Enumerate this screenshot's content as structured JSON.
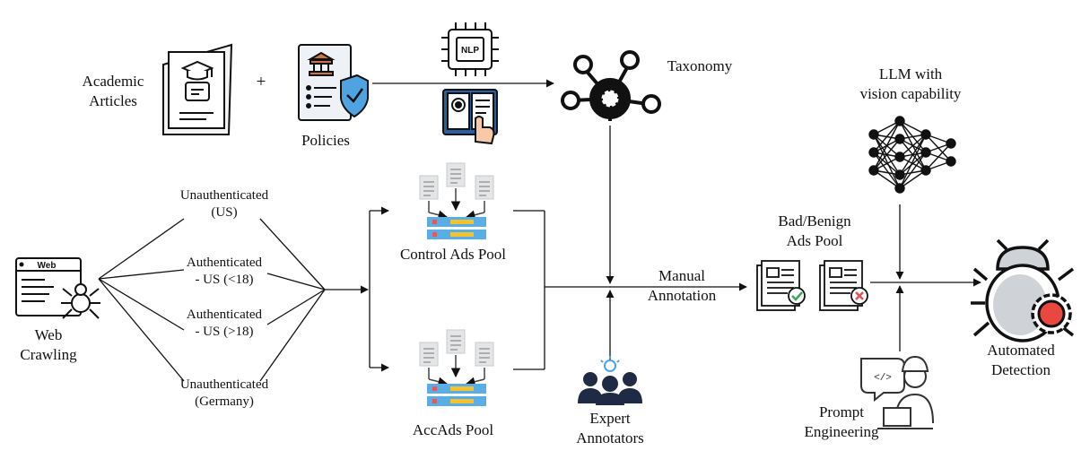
{
  "labels": {
    "academic_1": "Academic",
    "academic_2": "Articles",
    "plus": "+",
    "policies": "Policies",
    "nlp": "NLP",
    "taxonomy": "Taxonomy",
    "llm_1": "LLM with",
    "llm_2": "vision capability",
    "web_icon_text": "Web",
    "crawling_1": "Web",
    "crawling_2": "Crawling",
    "unauth_us_1": "Unauthenticated",
    "unauth_us_2": "(US)",
    "auth_lt18_1": "Authenticated",
    "auth_lt18_2": "- US (<18)",
    "auth_gt18_1": "Authenticated",
    "auth_gt18_2": "- US (>18)",
    "unauth_de_1": "Unauthenticated",
    "unauth_de_2": "(Germany)",
    "control_pool": "Control Ads Pool",
    "accads_pool": "AccAds Pool",
    "manual_1": "Manual",
    "manual_2": "Annotation",
    "expert_1": "Expert",
    "expert_2": "Annotators",
    "badbenign_1": "Bad/Benign",
    "badbenign_2": "Ads Pool",
    "prompt_1": "Prompt",
    "prompt_2": "Engineering",
    "automated_1": "Automated",
    "automated_2": "Detection"
  },
  "colors": {
    "line": "#111111",
    "doc_gray": "#d9dadc",
    "pool_blue": "#5aaee6",
    "pool_yellow": "#f2c230",
    "pool_red": "#e05b5b",
    "shield_blue": "#4fa3e0",
    "book_blue": "#2b5fa3",
    "check_green": "#3aa657",
    "cross_red": "#e05050",
    "bug_gray": "#cfd3d8",
    "bug_red": "#e8483f"
  },
  "icons": [
    "document-certificate-icon",
    "policy-shield-icon",
    "nlp-chip-icon",
    "book-gear-icon",
    "taxonomy-network-icon",
    "neural-network-icon",
    "web-spider-icon",
    "ads-pool-icon",
    "expert-annotators-icon",
    "ad-approved-icon",
    "ad-rejected-icon",
    "prompt-engineer-icon",
    "bug-gear-icon"
  ]
}
